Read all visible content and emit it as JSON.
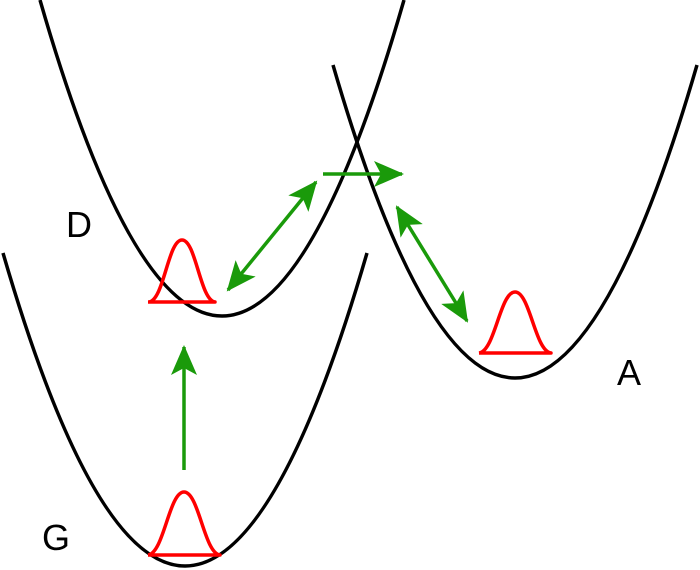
{
  "labels": {
    "d": "D",
    "a": "A",
    "g": "G"
  },
  "colors": {
    "curve": "#000000",
    "wavepacket": "#ff0000",
    "arrow": "#1a9a0a"
  }
}
